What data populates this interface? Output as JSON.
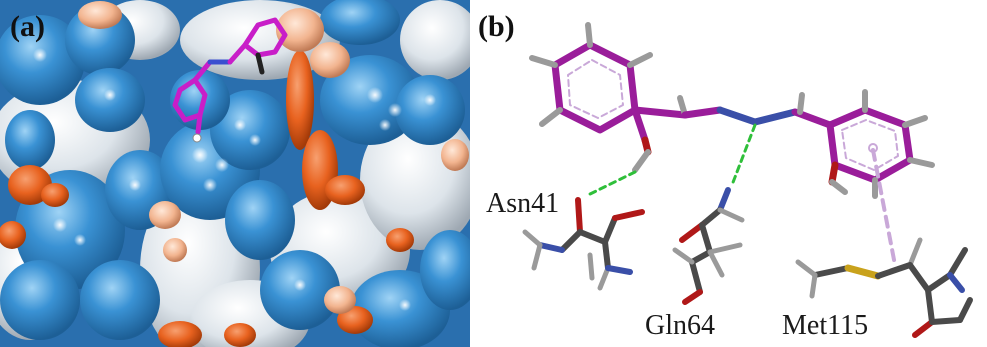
{
  "panels": {
    "a": {
      "label": "(a)",
      "colors": {
        "hydrophilic": "#2f86c8",
        "hydrophilic_light": "#6db2e6",
        "neutral": "#e9eef2",
        "hydrophobic": "#e8621f",
        "hydrophobic_light": "#f2b48f",
        "ligand": "#c81ec8"
      }
    },
    "b": {
      "label": "(b)",
      "residues": [
        "Asn41",
        "Gln64",
        "Met115"
      ],
      "colors": {
        "ligand": "#9a1d9a",
        "residue_carbon": "#4a4a4a",
        "hydrogen": "#9a9a9a",
        "oxygen": "#b01818",
        "nitrogen": "#3a4fa8",
        "sulfur": "#c9a21c",
        "hbond": "#2fbf3a",
        "pi_interaction": "#c9a8d8"
      }
    }
  }
}
